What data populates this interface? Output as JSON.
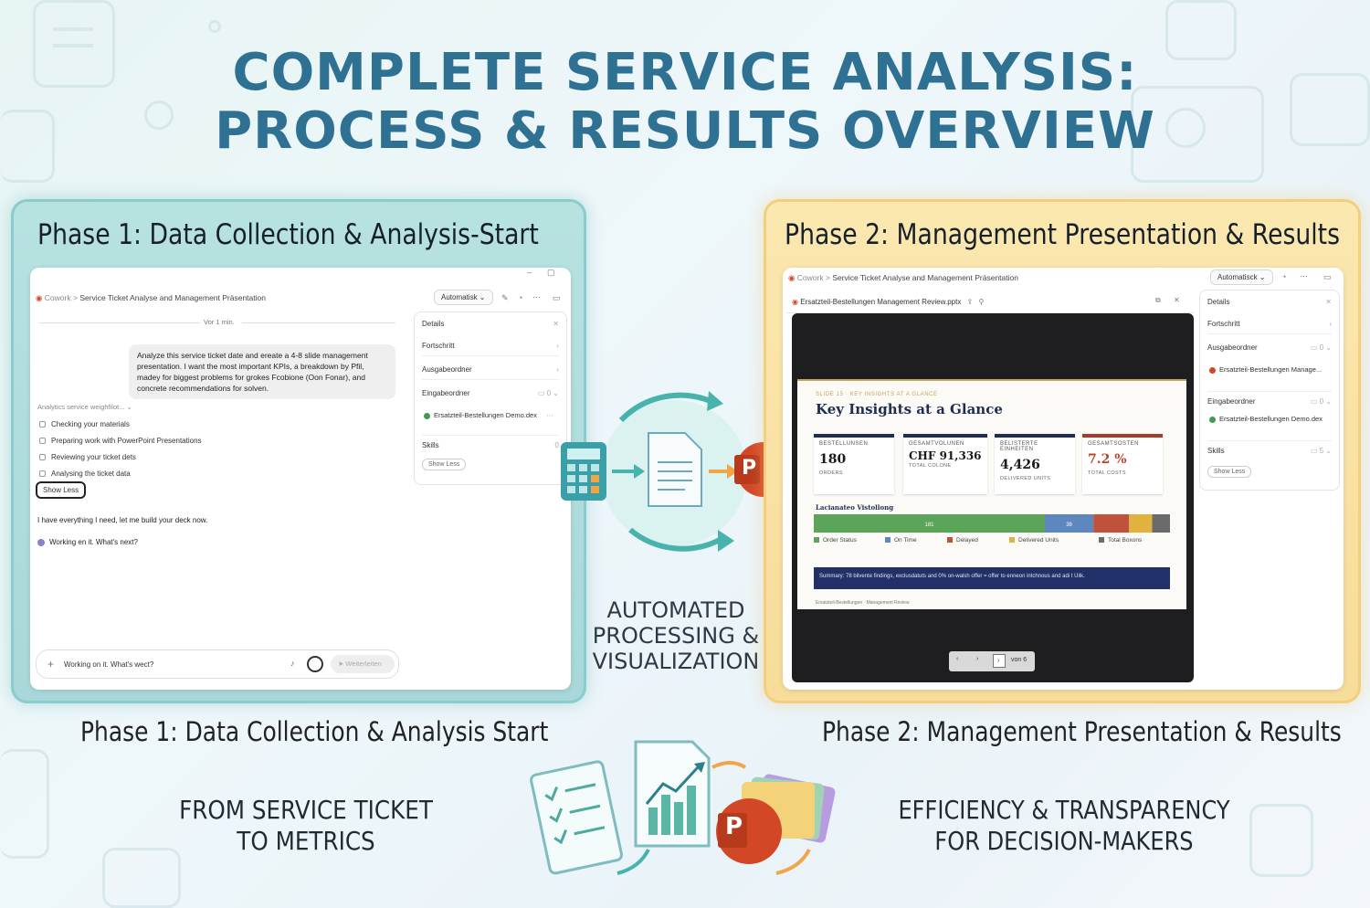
{
  "title": {
    "line1": "COMPLETE SERVICE ANALYSIS:",
    "line2": "PROCESS & RESULTS OVERVIEW"
  },
  "phase1": {
    "panel_title": "Phase 1: Data Collection & Analysis-Start",
    "caption": "Phase 1: Data Collection & Analysis Start",
    "app": {
      "breadcrumb_root": "Cowork",
      "breadcrumb_sep": ">",
      "breadcrumb_page": "Service Ticket Analyse and Management Präsentation",
      "mode_button": "Automatisk ⌄",
      "timestamp": "Vor 1 min.",
      "prompt": "Analyze this service ticket date and ereate a 4-8 slide management presentation. I want the most important KPIs, a breakdown by Pfil, madey for biggest problems for grokes Fcobione (Oon Fonar), and concrete recommendations for solven.",
      "analytics_header": "Analytics service weighfilot... ⌄",
      "steps": [
        "Checking your materials",
        "Preparing work with PowerPoint Presentations",
        "Reviewing your ticket dets",
        "Analysing the ticket data"
      ],
      "show_less": "Show Less",
      "status_message": "I have everything I need, let me build your deck now.",
      "working_message": "Working en it. What's next?",
      "input_placeholder": "Working on it. What's wect?",
      "send_button": "Weiterleiten",
      "sidebar": {
        "details": "Details",
        "progress": "Fortschritt",
        "output_folder": "Ausgabeordner",
        "input_folder": "Eingabeordner",
        "input_count": "0",
        "file": "Ersatzteil-Bestellungen Demo.dex",
        "skills": "Skills",
        "skills_count": "0",
        "show_less": "Show Less"
      }
    }
  },
  "middle": {
    "label": "AUTOMATED PROCESSING & VISUALIZATION",
    "label_lines": [
      "AUTOMATED",
      "PROCESSING &",
      "VISUALIZATION"
    ],
    "ppt_letter": "P"
  },
  "phase2": {
    "panel_title": "Phase 2: Management Presentation & Results",
    "caption": "Phase 2: Management Presentation & Results",
    "app": {
      "breadcrumb_root": "Cowork",
      "breadcrumb_sep": ">",
      "breadcrumb_page": "Service Ticket Analyse and Management Präsentation",
      "mode_button": "Automatisck ⌄",
      "file_title": "Ersatzteil-Bestellungen Management Review.pptx",
      "slide": {
        "kicker": "SLIDE 15 · KEY INSIGHTS AT A GLANCE",
        "heading": "Key Insights at a Glance",
        "kpis": [
          {
            "label": "BESTELLUNSEN",
            "value": "180",
            "sub": "ORDERS"
          },
          {
            "label": "GESAMTVOLUNEN",
            "value": "CHF 91,336",
            "sub": "TOTAL COLONE"
          },
          {
            "label": "BELISTERTE EINHEITEN",
            "value": "4,426",
            "sub": "DELIVERED UNITS"
          },
          {
            "label": "GESAMTSOSTEN",
            "value": "7.2 %",
            "sub": "TOTAL COSTS"
          }
        ],
        "bar_title": "Lacianateo Vistollong",
        "bar_value_label": "181",
        "bar_second_label": "38",
        "legend": [
          "Order Status",
          "On Time",
          "Delayed",
          "Delivered Units",
          "Total Boxons"
        ],
        "summary": "Summary: 78 bilvente findings, exclusdatuts and 0% on-walsh offer = offer to enneon intchnous and adi t Ulik.",
        "footer": "Ersatzteil-Bestellungen · Management Review",
        "pager": "von 6"
      },
      "sidebar": {
        "details": "Details",
        "progress": "Fortschritt",
        "output_folder": "Ausgabeordner",
        "output_count": "0",
        "output_file": "Ersatzteil-Bestellungen Manage...",
        "input_folder": "Eingabeordner",
        "input_count": "0",
        "input_file": "Ersatzteil-Bestellungen Demo.dex",
        "skills": "Skills",
        "skills_count": "5",
        "show_less": "Show Less"
      }
    }
  },
  "bottom": {
    "left_line1": "FROM SERVICE TICKET",
    "left_line2": "TO METRICS",
    "right_line1": "EFFICIENCY & TRANSPARENCY",
    "right_line2": "FOR DECISION-MAKERS"
  },
  "chart_data": {
    "type": "bar",
    "title": "Lacianateo Vistollong",
    "orientation": "stacked-horizontal",
    "series": [
      {
        "name": "Order Status",
        "values": [
          181
        ]
      },
      {
        "name": "On Time",
        "values": [
          38
        ]
      },
      {
        "name": "Delayed",
        "values": [
          28
        ]
      },
      {
        "name": "Delivered Units",
        "values": [
          18
        ]
      },
      {
        "name": "Total Boxons",
        "values": [
          14
        ]
      }
    ],
    "colors": [
      "#5aa55a",
      "#5e86bf",
      "#c0513b",
      "#e2b23f",
      "#6b6b6b"
    ]
  },
  "colors": {
    "title": "#2f7193",
    "phase1_panel": "#a8d8d9",
    "phase2_panel": "#f7dc9a",
    "ppt_orange": "#d24726",
    "slide_navy": "#1f2d52"
  }
}
